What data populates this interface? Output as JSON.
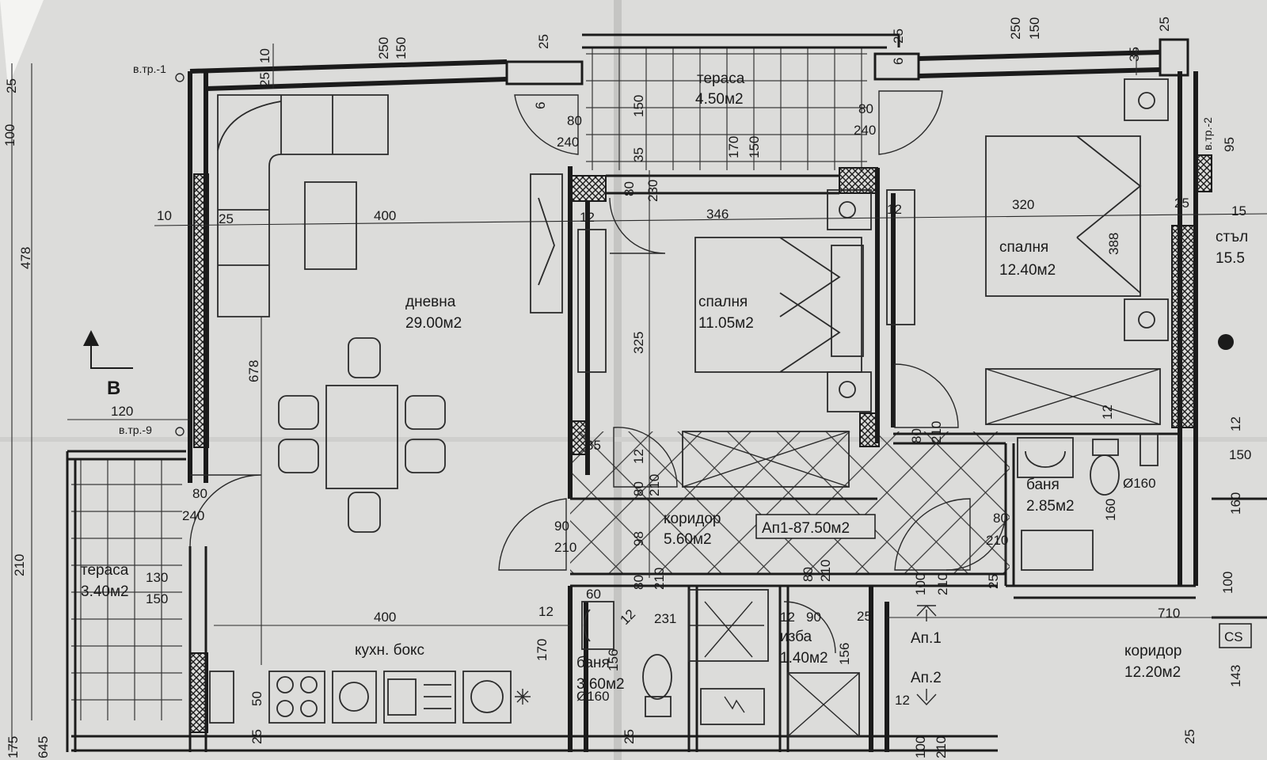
{
  "colors": {
    "paper": "#dcdcda",
    "ink": "#1b1b1b"
  },
  "rooms": {
    "terrace_top": {
      "name": "тераса",
      "area": "4.50м2"
    },
    "living": {
      "name": "дневна",
      "area": "29.00м2"
    },
    "bedroom1": {
      "name": "спалня",
      "area": "11.05м2"
    },
    "bedroom2": {
      "name": "спалня",
      "area": "12.40м2"
    },
    "corridor1": {
      "name": "коридор",
      "area": "5.60м2"
    },
    "bath_right": {
      "name": "баня",
      "area": "2.85м2"
    },
    "terrace_left": {
      "name": "тераса",
      "area": "3.40м2"
    },
    "kitchen": {
      "name": "кухн. бокс"
    },
    "bath_small": {
      "name": "баня",
      "area": "3.60м2"
    },
    "storage": {
      "name": "изба",
      "area": "1.40м2"
    },
    "corridor2": {
      "name": "коридор",
      "area": "12.20м2"
    },
    "partial_right": {
      "name": "стъл",
      "area": "15.5"
    }
  },
  "apartment_label": "Ап1-87.50м2",
  "marks": {
    "ap1": "Ап.1",
    "ap2": "Ап.2",
    "section": "В",
    "riser1": "в.тр.-1",
    "riser9": "в.тр.-9",
    "riser2": "в.тр.-2",
    "pipe1": "Ø160",
    "pipe2": "Ø160",
    "cs": "CS"
  },
  "dims": {
    "d_10a": "10",
    "d_250a": "250",
    "d_150a": "150",
    "d_25a": "25",
    "d_25top": "25",
    "d_100left": "100",
    "d_478": "478",
    "d_10b": "10",
    "d_25b": "25",
    "d_400a": "400",
    "d_25c": "25",
    "d_6a": "6",
    "d_80a": "80",
    "d_240a": "240",
    "d_150b": "150",
    "d_35a": "35",
    "d_230": "230",
    "d_80b": "80",
    "d_170": "170",
    "d_150c": "150",
    "d_25d": "25",
    "d_6b": "6",
    "d_80c": "80",
    "d_240b": "240",
    "d_250b": "250",
    "d_150d": "150",
    "d_25e": "25",
    "d_35b": "35",
    "d_346": "346",
    "d_12a": "12",
    "d_12b": "12",
    "d_320": "320",
    "d_388": "388",
    "d_95": "95",
    "d_25f": "25",
    "d_15": "15",
    "d_678": "678",
    "d_325": "325",
    "d_120": "120",
    "d_80d": "80",
    "d_240c": "240",
    "d_35c": "35",
    "d_12c": "12",
    "d_80e": "80",
    "d_210a": "210",
    "d_80f": "80",
    "d_210b": "210",
    "d_12d": "12",
    "d_90": "90",
    "d_210c": "210",
    "d_98": "98",
    "d_80g": "80",
    "d_210d": "210",
    "d_160": "160",
    "d_25g": "25",
    "d_210left": "210",
    "d_130": "130",
    "d_150e": "150",
    "d_60": "60",
    "d_12e": "12",
    "d_12f": "12",
    "d_231": "231",
    "d_80h": "80",
    "d_210e": "210",
    "d_80i": "80",
    "d_210f": "210",
    "d_12g": "12",
    "d_90b": "90",
    "d_156a": "156",
    "d_25h": "25",
    "d_100a": "100",
    "d_210g": "210",
    "d_400b": "400",
    "d_710": "710",
    "d_170b": "170",
    "d_156b": "156",
    "d_12h": "12",
    "d_50": "50",
    "d_25i": "25",
    "d_25j": "25",
    "d_25k": "25",
    "d_175": "175",
    "d_645": "645",
    "d_100b": "100",
    "d_210h": "210",
    "d_100c": "100",
    "d_160b": "160",
    "d_143": "143",
    "d_150f": "150",
    "d_12i": "12"
  }
}
